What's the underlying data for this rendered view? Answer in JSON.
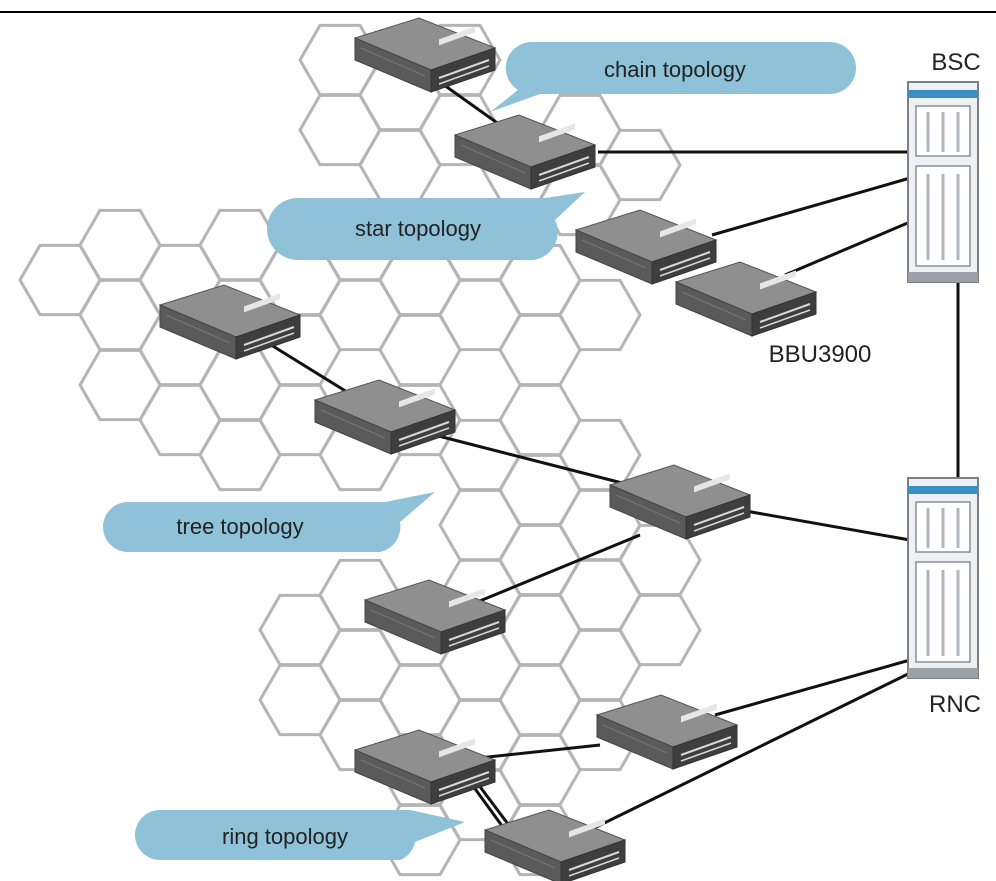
{
  "labels": {
    "chain": "chain topology",
    "star": "star topology",
    "tree": "tree topology",
    "ring": "ring topology",
    "bsc": "BSC",
    "rnc": "RNC",
    "bbu": "BBU3900"
  },
  "colors": {
    "bubble": "#8fc1d8",
    "hex_grid": "#b4b4b4",
    "link": "#111111",
    "rack_accent": "#3a8fc4"
  },
  "icons": {
    "bbu": "bbu-unit-icon",
    "controller": "controller-rack-icon"
  }
}
